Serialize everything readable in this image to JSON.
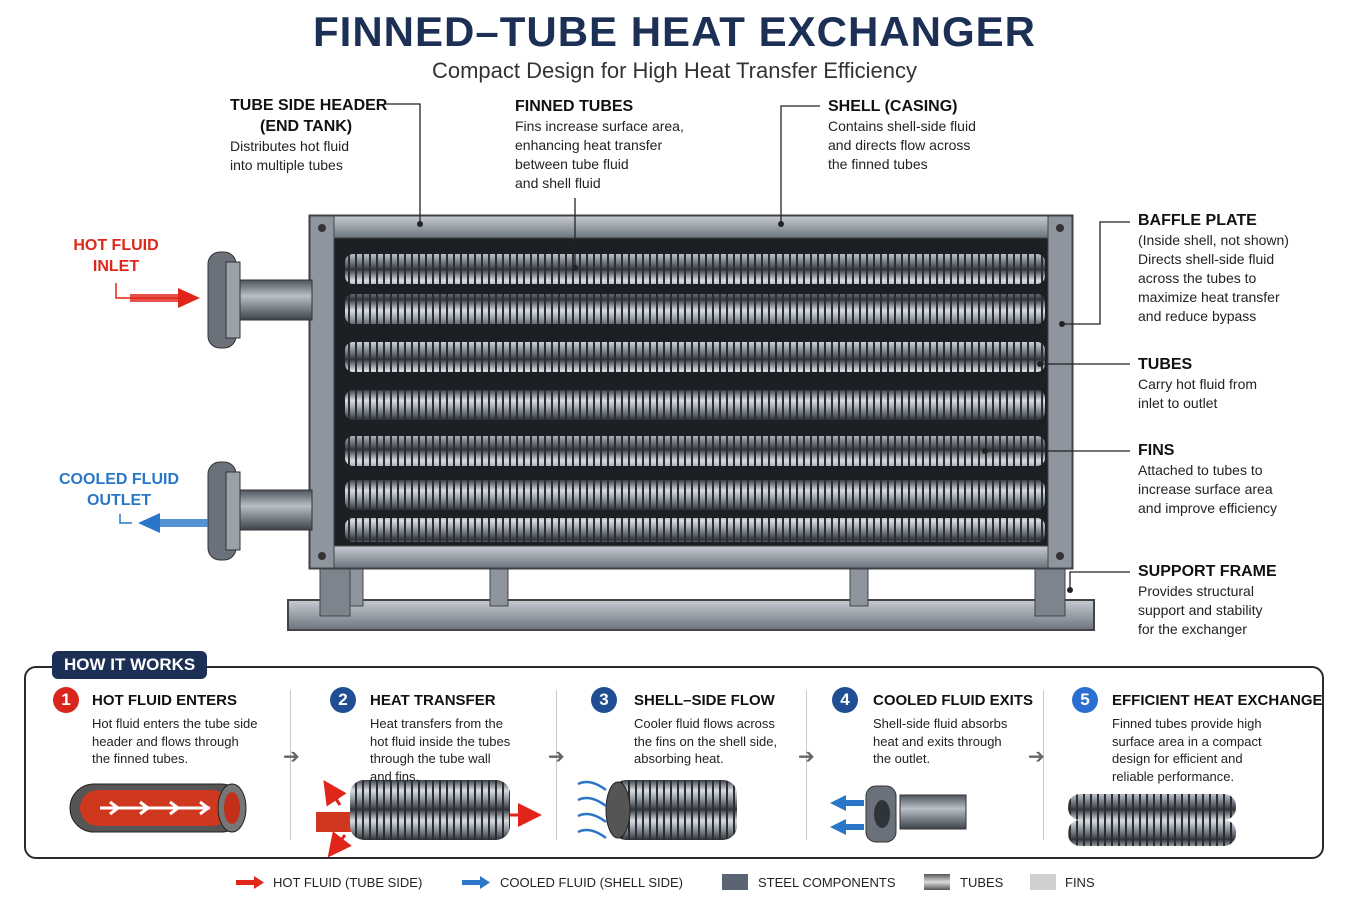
{
  "title": "FINNED–TUBE HEAT EXCHANGER",
  "subtitle": "Compact Design for High Heat Transfer Efficiency",
  "callouts": {
    "tube_header": {
      "title1": "TUBE SIDE HEADER",
      "title2": "(END TANK)",
      "line1": "Distributes hot fluid",
      "line2": "into multiple tubes"
    },
    "finned_tubes": {
      "title": "FINNED TUBES",
      "line1": "Fins increase surface area,",
      "line2": "enhancing heat transfer",
      "line3": "between tube fluid",
      "line4": "and shell fluid"
    },
    "shell": {
      "title": "SHELL (CASING)",
      "line1": "Contains shell-side fluid",
      "line2": "and directs flow across",
      "line3": "the finned tubes"
    },
    "baffle": {
      "title": "BAFFLE PLATE",
      "line1": "(Inside shell, not shown)",
      "line2": "Directs shell-side fluid",
      "line3": "across the tubes to",
      "line4": "maximize heat transfer",
      "line5": "and reduce bypass"
    },
    "tubes": {
      "title": "TUBES",
      "line1": "Carry hot fluid from",
      "line2": "inlet to outlet"
    },
    "fins": {
      "title": "FINS",
      "line1": "Attached to tubes to",
      "line2": "increase surface area",
      "line3": "and improve efficiency"
    },
    "support": {
      "title": "SUPPORT FRAME",
      "line1": "Provides structural",
      "line2": "support and stability",
      "line3": "for the exchanger"
    }
  },
  "inlet": {
    "line1": "HOT FLUID",
    "line2": "INLET"
  },
  "outlet": {
    "line1": "COOLED FLUID",
    "line2": "OUTLET"
  },
  "how_it_works": {
    "badge": "HOW IT WORKS",
    "steps": [
      {
        "num": "1",
        "title": "HOT FLUID ENTERS",
        "l1": "Hot fluid enters the tube side",
        "l2": "header and flows through",
        "l3": "the finned tubes.",
        "l4": ""
      },
      {
        "num": "2",
        "title": "HEAT TRANSFER",
        "l1": "Heat transfers from the",
        "l2": "hot fluid inside the tubes",
        "l3": "through the tube wall",
        "l4": "and fins."
      },
      {
        "num": "3",
        "title": "SHELL–SIDE FLOW",
        "l1": "Cooler fluid flows across",
        "l2": "the fins on the shell side,",
        "l3": "absorbing heat.",
        "l4": ""
      },
      {
        "num": "4",
        "title": "COOLED FLUID EXITS",
        "l1": "Shell-side fluid absorbs",
        "l2": "heat and exits through",
        "l3": "the outlet.",
        "l4": ""
      },
      {
        "num": "5",
        "title": "EFFICIENT HEAT EXCHANGE",
        "l1": "Finned tubes provide high",
        "l2": "surface area in a compact",
        "l3": "design for efficient and",
        "l4": "reliable performance."
      }
    ]
  },
  "legend": {
    "hot": "HOT FLUID (TUBE SIDE)",
    "cool": "COOLED FLUID (SHELL SIDE)",
    "steel": "STEEL COMPONENTS",
    "tubes": "TUBES",
    "fins": "FINS"
  },
  "colors": {
    "navy": "#1c2f55",
    "hot": "#e0261b",
    "cool": "#2a77c8",
    "steel": "#5a6472"
  }
}
